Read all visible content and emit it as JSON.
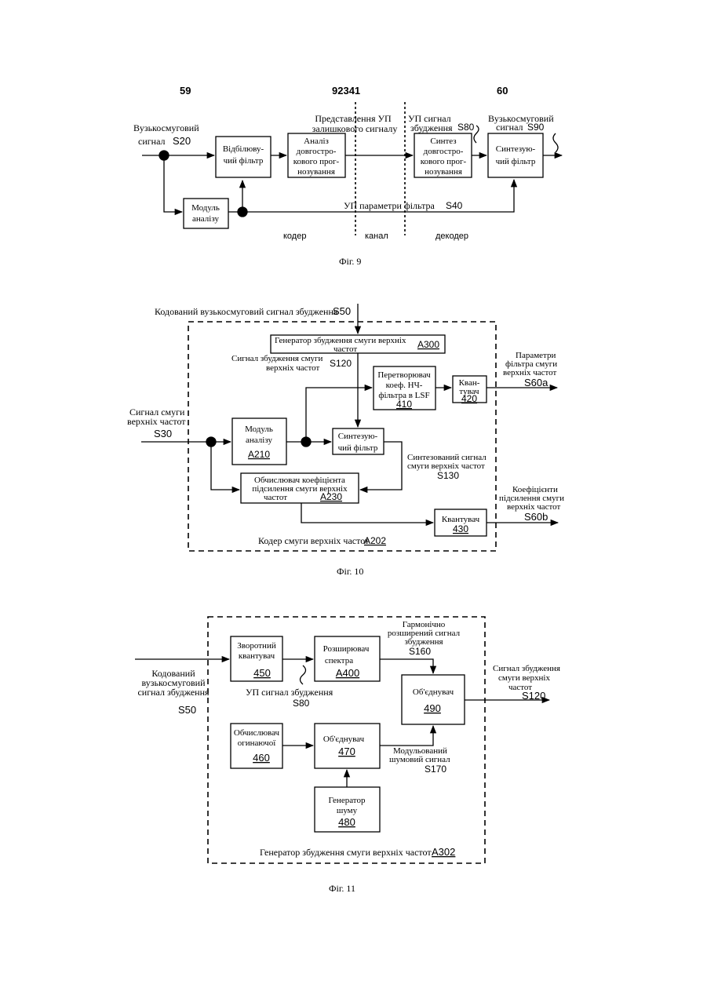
{
  "header": {
    "left": "59",
    "center": "92341",
    "right": "60"
  },
  "fig9": {
    "input": [
      "Вузькосмуговий",
      "сигнал"
    ],
    "input_id": "S20",
    "whitening": [
      "Відбілюву-",
      "чий фільтр"
    ],
    "lta": [
      "Аналіз",
      "довгостро-",
      "кового прог-",
      "нозування"
    ],
    "residual": [
      "Представлення УП",
      "залишкового сигналу"
    ],
    "excitation": [
      "УП сигнал",
      "збудження"
    ],
    "excitation_id": "S80",
    "lts": [
      "Синтез",
      "довгостро-",
      "кового прог-",
      "нозування"
    ],
    "synth": [
      "Синтезую-",
      "чий фільтр"
    ],
    "output": [
      "Вузькосмуговий",
      "сигнал"
    ],
    "output_id": "S90",
    "analysis": [
      "Модуль",
      "аналізу"
    ],
    "params": "УП параметри фільтра",
    "params_id": "S40",
    "coder": "кодер",
    "channel": "канал",
    "decoder": "декодер",
    "caption": "Фіг. 9"
  },
  "fig10": {
    "input_top": "Кодований вузькосмуговий сигнал збудження",
    "input_top_id": "S50",
    "gen": [
      "Генератор збудження смуги верхніх",
      "частот"
    ],
    "gen_id": "A300",
    "hb_exc": [
      "Сигнал збудження смуги",
      "верхніх частот"
    ],
    "hb_exc_id": "S120",
    "conv": [
      "Перетворювач",
      "коеф. НЧ-",
      "фільтра в LSF"
    ],
    "conv_id": "410",
    "quant1": [
      "Кван-",
      "тувач"
    ],
    "quant1_id": "420",
    "params": [
      "Параметри",
      "фільтра смуги",
      "верхніх частот"
    ],
    "params_id": "S60a",
    "input_left": [
      "Сигнал смуги",
      "верхніх частот"
    ],
    "input_left_id": "S30",
    "analysis": [
      "Модуль",
      "аналізу"
    ],
    "analysis_id": "A210",
    "synth": [
      "Синтезую-",
      "чий фільтр"
    ],
    "synth_sig": [
      "Синтезований сигнал",
      "смуги верхніх частот"
    ],
    "synth_sig_id": "S130",
    "gain_calc": [
      "Обчислювач коефіцієнта",
      "підсилення смуги верхніх",
      "частот"
    ],
    "gain_calc_id": "A230",
    "gains": [
      "Коефіцієнти",
      "підсилення смуги",
      "верхніх частот"
    ],
    "gains_id": "S60b",
    "quant2": "Квантувач",
    "quant2_id": "430",
    "coder": "Кодер смуги верхніх частот",
    "coder_id": "A202",
    "caption": "Фіг. 10"
  },
  "fig11": {
    "inv_quant": [
      "Зворотний",
      "квантувач"
    ],
    "inv_quant_id": "450",
    "spectrum": [
      "Розширювач",
      "спектра"
    ],
    "spectrum_id": "A400",
    "harm": [
      "Гармонічно",
      "розширений сигнал",
      "збудження"
    ],
    "harm_id": "S160",
    "input": [
      "Кодований",
      "вузькосмуговий",
      "сигнал збудження"
    ],
    "input_id": "S50",
    "exc": "УП сигнал збудження",
    "exc_id": "S80",
    "combiner1": "Об'єднувач",
    "combiner1_id": "490",
    "output": [
      "Сигнал збудження",
      "смуги верхніх",
      "частот"
    ],
    "output_id": "S120",
    "envelope": [
      "Обчислювач",
      "огинаючої"
    ],
    "envelope_id": "460",
    "combiner2": "Об'єднувач",
    "combiner2_id": "470",
    "mod_noise": [
      "Модульований",
      "шумовий сигнал"
    ],
    "mod_noise_id": "S170",
    "noise": [
      "Генератор",
      "шуму"
    ],
    "noise_id": "480",
    "gen": "Генератор збудження смуги верхніх частот",
    "gen_id": "A302",
    "caption": "Фіг. 11"
  },
  "colors": {
    "ink": "#000000",
    "paper": "#ffffff"
  }
}
